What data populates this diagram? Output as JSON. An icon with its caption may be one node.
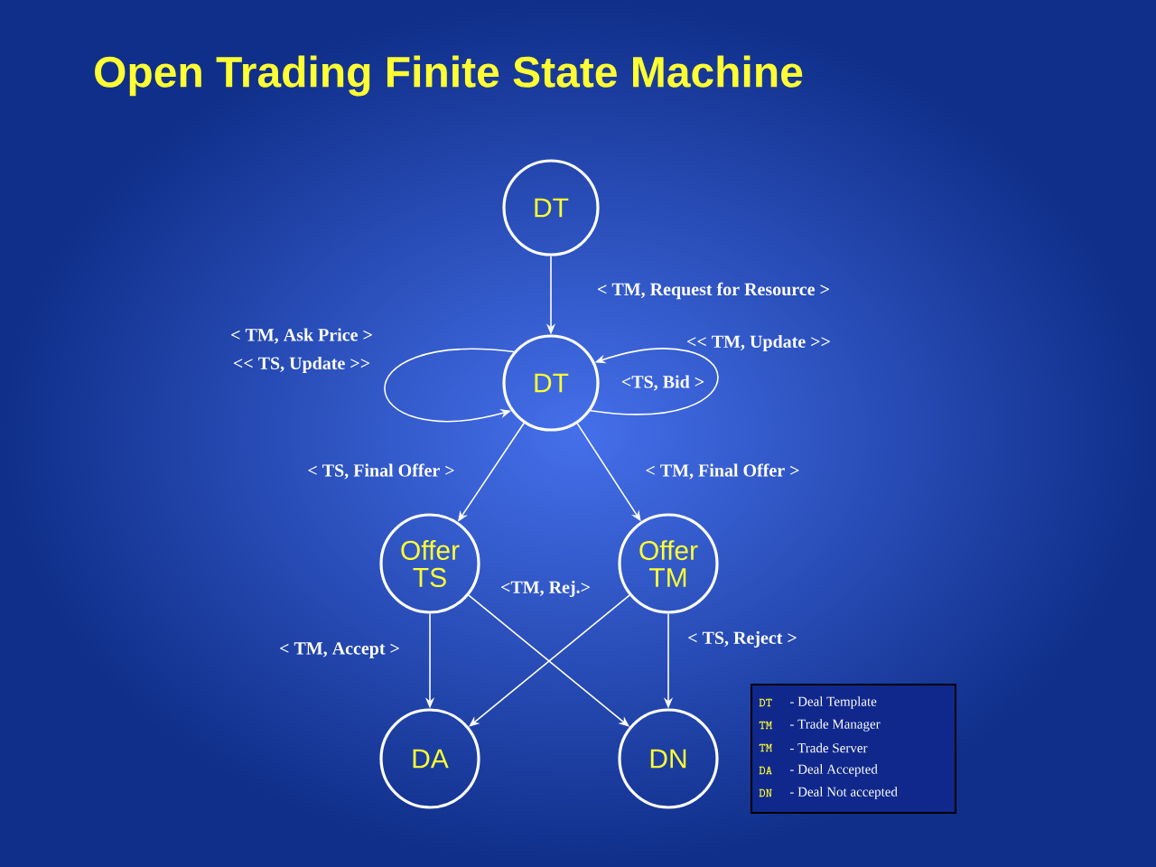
{
  "diagram": {
    "title": "Open Trading Finite State Machine",
    "nodes": [
      {
        "text": [
          "DT"
        ]
      },
      {
        "text": [
          "DT"
        ]
      },
      {
        "text": [
          "Offer TS"
        ]
      },
      {
        "text": [
          "Offer TM"
        ]
      },
      {
        "text": [
          "DA"
        ]
      },
      {
        "text": [
          "DN"
        ]
      }
    ],
    "edges": [
      {
        "from": 0,
        "to": 1,
        "arrow": "to",
        "label": "< TM, Request for Resource >"
      },
      {
        "from": 1,
        "to": 1,
        "arrow": "to",
        "label": "< TM,  Ask Price >"
      },
      {
        "from": 1,
        "to": 1,
        "arrow": "to",
        "label": "<TS, Bid >"
      },
      {
        "from": 1,
        "to": 2,
        "arrow": "to",
        "label": "< TS, Final Offer >"
      },
      {
        "from": 1,
        "to": 3,
        "arrow": "to",
        "label": "< TM, Final Offer >"
      },
      {
        "from": 2,
        "to": 4,
        "arrow": "to",
        "label": "< TM, Accept >"
      },
      {
        "from": 2,
        "to": 5,
        "arrow": "to",
        "label": "<TM, Rej.>"
      },
      {
        "from": 3,
        "to": 4,
        "arrow": "to"
      },
      {
        "from": 3,
        "to": 5,
        "arrow": "to",
        "label": "< TS, Reject >"
      }
    ],
    "labels": [
      "<< TS,  Update >>",
      "<< TM, Update >>",
      "DT",
      "- Deal Template",
      "TM",
      "- Trade Manager",
      "TM",
      "- Trade Server",
      "DA",
      "- Deal Accepted",
      "DN",
      "- Deal Not accepted"
    ]
  }
}
